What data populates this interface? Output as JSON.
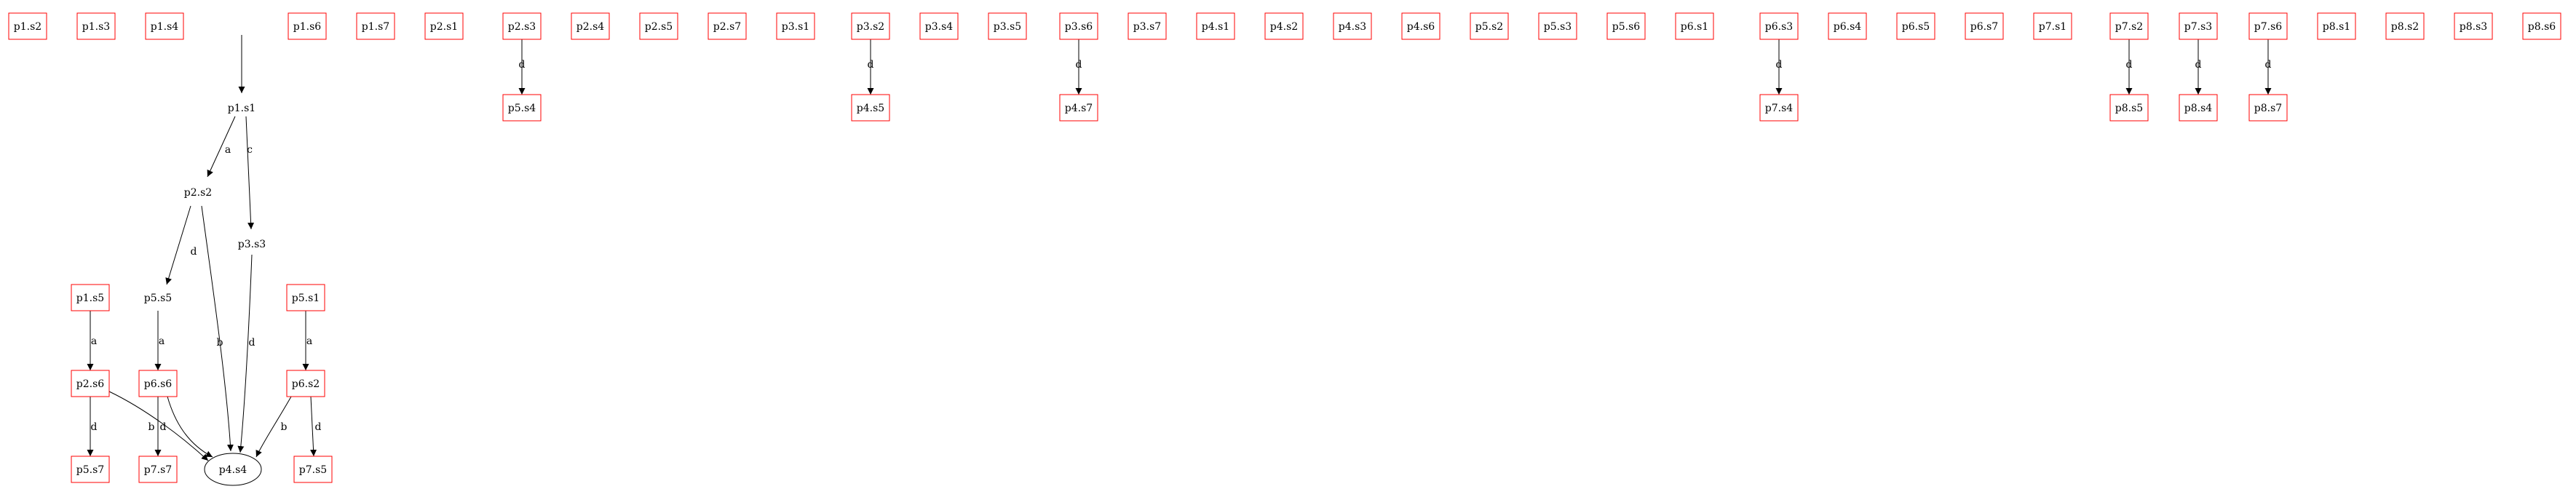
{
  "diagram": {
    "box_color": "#ff0000",
    "edge_color": "#000000",
    "nodes": [
      {
        "id": "n-p1s2",
        "label": "p1.s2",
        "shape": "box"
      },
      {
        "id": "n-p1s3",
        "label": "p1.s3",
        "shape": "box"
      },
      {
        "id": "n-p1s4",
        "label": "p1.s4",
        "shape": "box"
      },
      {
        "id": "n-p1s6",
        "label": "p1.s6",
        "shape": "box"
      },
      {
        "id": "n-p1s7",
        "label": "p1.s7",
        "shape": "box"
      },
      {
        "id": "n-p2s1",
        "label": "p2.s1",
        "shape": "box"
      },
      {
        "id": "n-p2s3",
        "label": "p2.s3",
        "shape": "box"
      },
      {
        "id": "n-p2s4",
        "label": "p2.s4",
        "shape": "box"
      },
      {
        "id": "n-p2s5",
        "label": "p2.s5",
        "shape": "box"
      },
      {
        "id": "n-p2s7",
        "label": "p2.s7",
        "shape": "box"
      },
      {
        "id": "n-p3s1",
        "label": "p3.s1",
        "shape": "box"
      },
      {
        "id": "n-p3s2",
        "label": "p3.s2",
        "shape": "box"
      },
      {
        "id": "n-p3s4",
        "label": "p3.s4",
        "shape": "box"
      },
      {
        "id": "n-p3s5",
        "label": "p3.s5",
        "shape": "box"
      },
      {
        "id": "n-p3s6",
        "label": "p3.s6",
        "shape": "box"
      },
      {
        "id": "n-p3s7",
        "label": "p3.s7",
        "shape": "box"
      },
      {
        "id": "n-p4s1",
        "label": "p4.s1",
        "shape": "box"
      },
      {
        "id": "n-p4s2",
        "label": "p4.s2",
        "shape": "box"
      },
      {
        "id": "n-p4s3",
        "label": "p4.s3",
        "shape": "box"
      },
      {
        "id": "n-p4s6",
        "label": "p4.s6",
        "shape": "box"
      },
      {
        "id": "n-p5s2",
        "label": "p5.s2",
        "shape": "box"
      },
      {
        "id": "n-p5s3",
        "label": "p5.s3",
        "shape": "box"
      },
      {
        "id": "n-p5s6",
        "label": "p5.s6",
        "shape": "box"
      },
      {
        "id": "n-p6s1",
        "label": "p6.s1",
        "shape": "box"
      },
      {
        "id": "n-p6s3",
        "label": "p6.s3",
        "shape": "box"
      },
      {
        "id": "n-p6s4",
        "label": "p6.s4",
        "shape": "box"
      },
      {
        "id": "n-p6s5",
        "label": "p6.s5",
        "shape": "box"
      },
      {
        "id": "n-p6s7",
        "label": "p6.s7",
        "shape": "box"
      },
      {
        "id": "n-p7s1",
        "label": "p7.s1",
        "shape": "box"
      },
      {
        "id": "n-p7s2",
        "label": "p7.s2",
        "shape": "box"
      },
      {
        "id": "n-p7s3",
        "label": "p7.s3",
        "shape": "box"
      },
      {
        "id": "n-p7s6",
        "label": "p7.s6",
        "shape": "box"
      },
      {
        "id": "n-p8s1",
        "label": "p8.s1",
        "shape": "box"
      },
      {
        "id": "n-p8s2",
        "label": "p8.s2",
        "shape": "box"
      },
      {
        "id": "n-p8s3",
        "label": "p8.s3",
        "shape": "box"
      },
      {
        "id": "n-p8s6",
        "label": "p8.s6",
        "shape": "box"
      },
      {
        "id": "n-p5s4",
        "label": "p5.s4",
        "shape": "box"
      },
      {
        "id": "n-p4s5",
        "label": "p4.s5",
        "shape": "box"
      },
      {
        "id": "n-p4s7",
        "label": "p4.s7",
        "shape": "box"
      },
      {
        "id": "n-p7s4",
        "label": "p7.s4",
        "shape": "box"
      },
      {
        "id": "n-p8s5",
        "label": "p8.s5",
        "shape": "box"
      },
      {
        "id": "n-p8s4",
        "label": "p8.s4",
        "shape": "box"
      },
      {
        "id": "n-p8s7",
        "label": "p8.s7",
        "shape": "box"
      },
      {
        "id": "n-p1s1",
        "label": "p1.s1",
        "shape": "plain"
      },
      {
        "id": "n-p2s2",
        "label": "p2.s2",
        "shape": "plain"
      },
      {
        "id": "n-p3s3",
        "label": "p3.s3",
        "shape": "plain"
      },
      {
        "id": "n-p5s5",
        "label": "p5.s5",
        "shape": "plain"
      },
      {
        "id": "n-p1s5",
        "label": "p1.s5",
        "shape": "box"
      },
      {
        "id": "n-p5s1",
        "label": "p5.s1",
        "shape": "box"
      },
      {
        "id": "n-p2s6",
        "label": "p2.s6",
        "shape": "box"
      },
      {
        "id": "n-p6s6",
        "label": "p6.s6",
        "shape": "box"
      },
      {
        "id": "n-p6s2",
        "label": "p6.s2",
        "shape": "box"
      },
      {
        "id": "n-p5s7",
        "label": "p5.s7",
        "shape": "box"
      },
      {
        "id": "n-p7s7",
        "label": "p7.s7",
        "shape": "box"
      },
      {
        "id": "n-p4s4",
        "label": "p4.s4",
        "shape": "ellipse"
      },
      {
        "id": "n-p7s5",
        "label": "p7.s5",
        "shape": "box"
      }
    ],
    "edges": [
      {
        "from": "",
        "to": "n-p1s1",
        "label": ""
      },
      {
        "from": "n-p2s3",
        "to": "n-p5s4",
        "label": "d"
      },
      {
        "from": "n-p3s2",
        "to": "n-p4s5",
        "label": "d"
      },
      {
        "from": "n-p3s6",
        "to": "n-p4s7",
        "label": "d"
      },
      {
        "from": "n-p6s3",
        "to": "n-p7s4",
        "label": "d"
      },
      {
        "from": "n-p7s2",
        "to": "n-p8s5",
        "label": "d"
      },
      {
        "from": "n-p7s3",
        "to": "n-p8s4",
        "label": "d"
      },
      {
        "from": "n-p7s6",
        "to": "n-p8s7",
        "label": "d"
      },
      {
        "from": "n-p1s1",
        "to": "n-p2s2",
        "label": "a"
      },
      {
        "from": "n-p1s1",
        "to": "n-p3s3",
        "label": "c"
      },
      {
        "from": "n-p2s2",
        "to": "n-p5s5",
        "label": "d"
      },
      {
        "from": "n-p2s2",
        "to": "n-p4s4",
        "label": "b"
      },
      {
        "from": "n-p3s3",
        "to": "n-p4s4",
        "label": "d"
      },
      {
        "from": "n-p1s5",
        "to": "n-p2s6",
        "label": "a"
      },
      {
        "from": "n-p5s5",
        "to": "n-p6s6",
        "label": "a"
      },
      {
        "from": "n-p5s1",
        "to": "n-p6s2",
        "label": "a"
      },
      {
        "from": "n-p2s6",
        "to": "n-p5s7",
        "label": "d"
      },
      {
        "from": "n-p2s6",
        "to": "n-p4s4",
        "label": "b"
      },
      {
        "from": "n-p6s6",
        "to": "n-p7s7",
        "label": "d"
      },
      {
        "from": "n-p6s6",
        "to": "n-p4s4",
        "label": ""
      },
      {
        "from": "n-p6s2",
        "to": "n-p4s4",
        "label": "b"
      },
      {
        "from": "n-p6s2",
        "to": "n-p7s5",
        "label": "d"
      }
    ]
  }
}
